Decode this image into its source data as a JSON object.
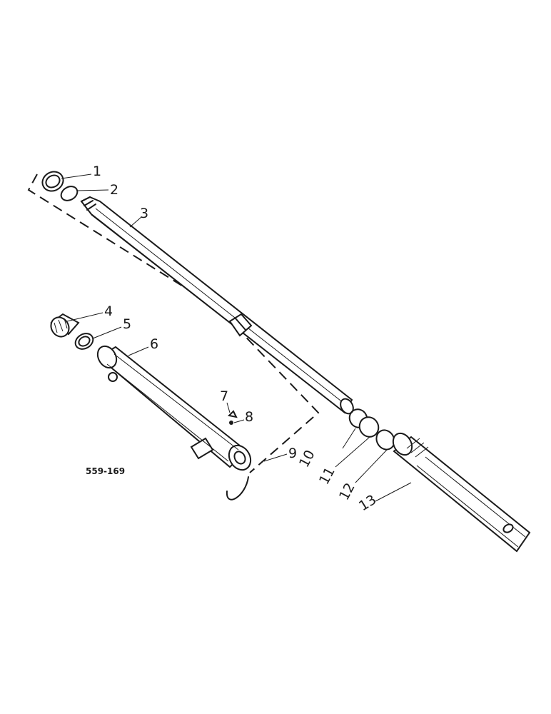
{
  "diagram": {
    "code": "559-169",
    "callouts": [
      "1",
      "2",
      "3",
      "4",
      "5",
      "6",
      "7",
      "8",
      "9",
      "10",
      "11",
      "12",
      "13"
    ]
  }
}
